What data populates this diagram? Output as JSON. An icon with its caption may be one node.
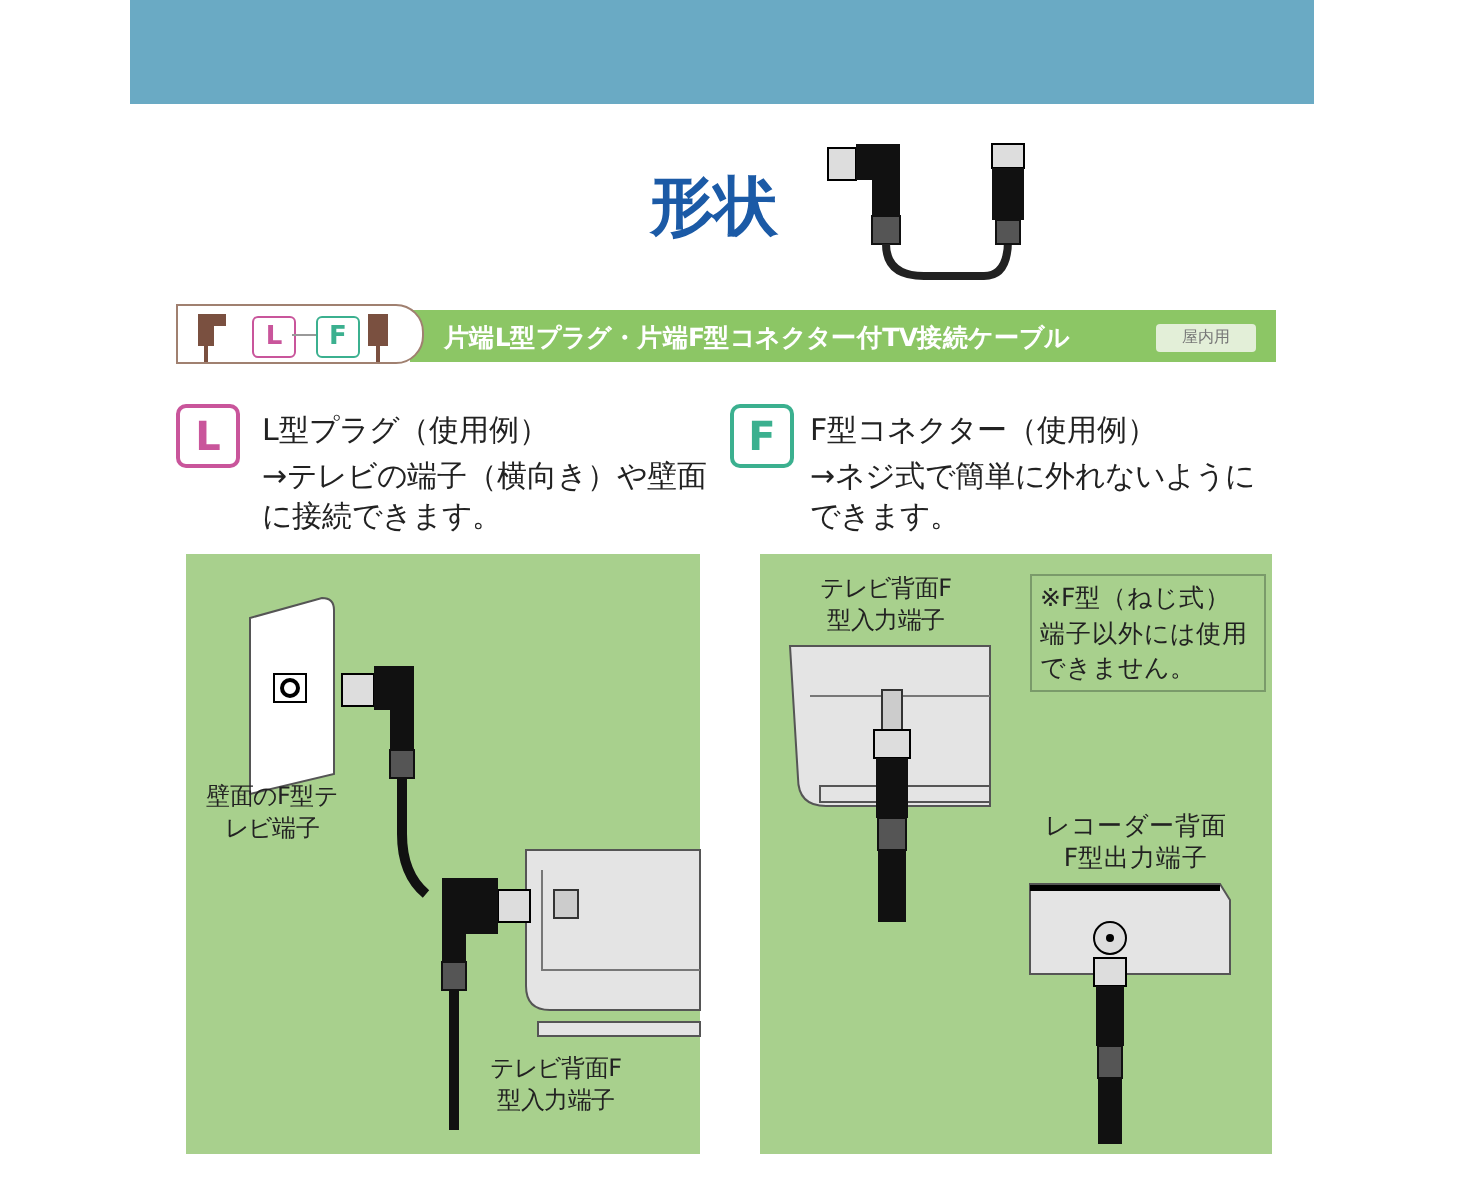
{
  "diagram": {
    "title": "形状",
    "labels": [
      "L",
      "F",
      "片端L型プラグ・片端F型コネクター付TV接続ケーブル",
      "屋内用",
      "L",
      "L型プラグ（使用例）",
      "→テレビの端子（横向き）や壁面に接続できます。",
      "F",
      "F型コネクター（使用例）",
      "→ネジ式で簡単に外れないようにできます。",
      "壁面のF型テレビ端子",
      "テレビ背面F型入力端子",
      "テレビ背面F型入力端子",
      "※F型（ねじ式）端子以外には使用できません。",
      "レコーダー背面F型出力端子"
    ]
  }
}
